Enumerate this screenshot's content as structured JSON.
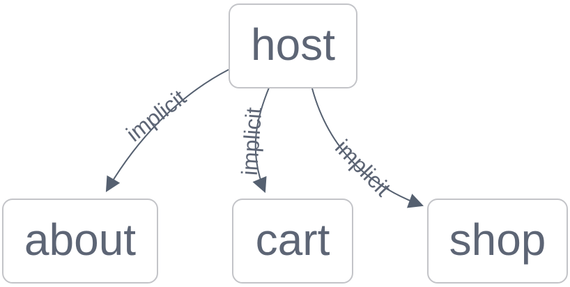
{
  "diagram": {
    "type": "flowchart",
    "direction": "top-down",
    "nodes": [
      {
        "id": "host",
        "label": "host"
      },
      {
        "id": "about",
        "label": "about"
      },
      {
        "id": "cart",
        "label": "cart"
      },
      {
        "id": "shop",
        "label": "shop"
      }
    ],
    "edges": [
      {
        "from": "host",
        "to": "about",
        "label": "implicit",
        "arrow": "arrowhead-end"
      },
      {
        "from": "host",
        "to": "cart",
        "label": "implicit",
        "arrow": "arrowhead-end"
      },
      {
        "from": "host",
        "to": "shop",
        "label": "implicit",
        "arrow": "arrowhead-end"
      }
    ],
    "colors": {
      "background": "#ffffff",
      "node_fill": "#ffffff",
      "node_border": "#c3c4c8",
      "node_text": "#5d6575",
      "edge_line": "#556070",
      "edge_arrowhead": "#556070",
      "edge_label_text": "#5d6575"
    }
  }
}
